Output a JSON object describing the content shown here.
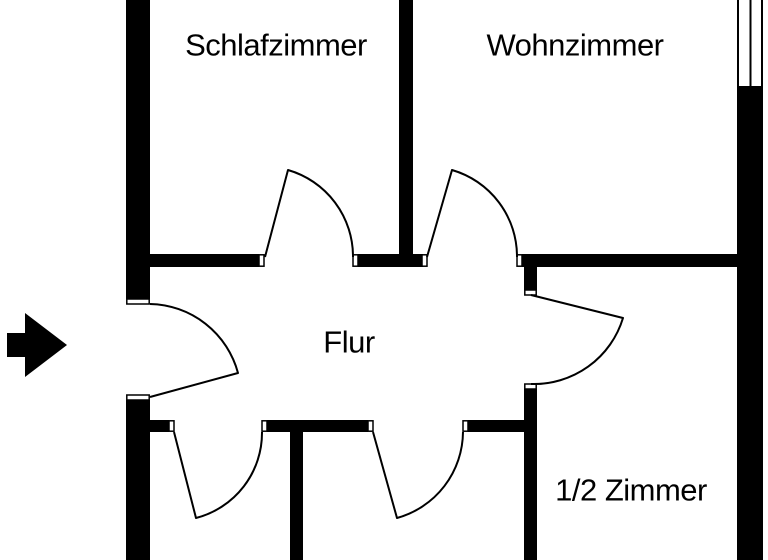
{
  "floorplan": {
    "background_color": "#ffffff",
    "wall_color": "#000000",
    "line_color": "#000000",
    "rooms": {
      "schlafzimmer": {
        "label": "Schlafzimmer"
      },
      "wohnzimmer": {
        "label": "Wohnzimmer"
      },
      "flur": {
        "label": "Flur"
      },
      "half_zimmer": {
        "label": "1/2 Zimmer"
      }
    },
    "icons": {
      "entrance_arrow": "entrance-arrow-icon",
      "window": "window-icon"
    },
    "entrance": {
      "direction": "right"
    }
  }
}
